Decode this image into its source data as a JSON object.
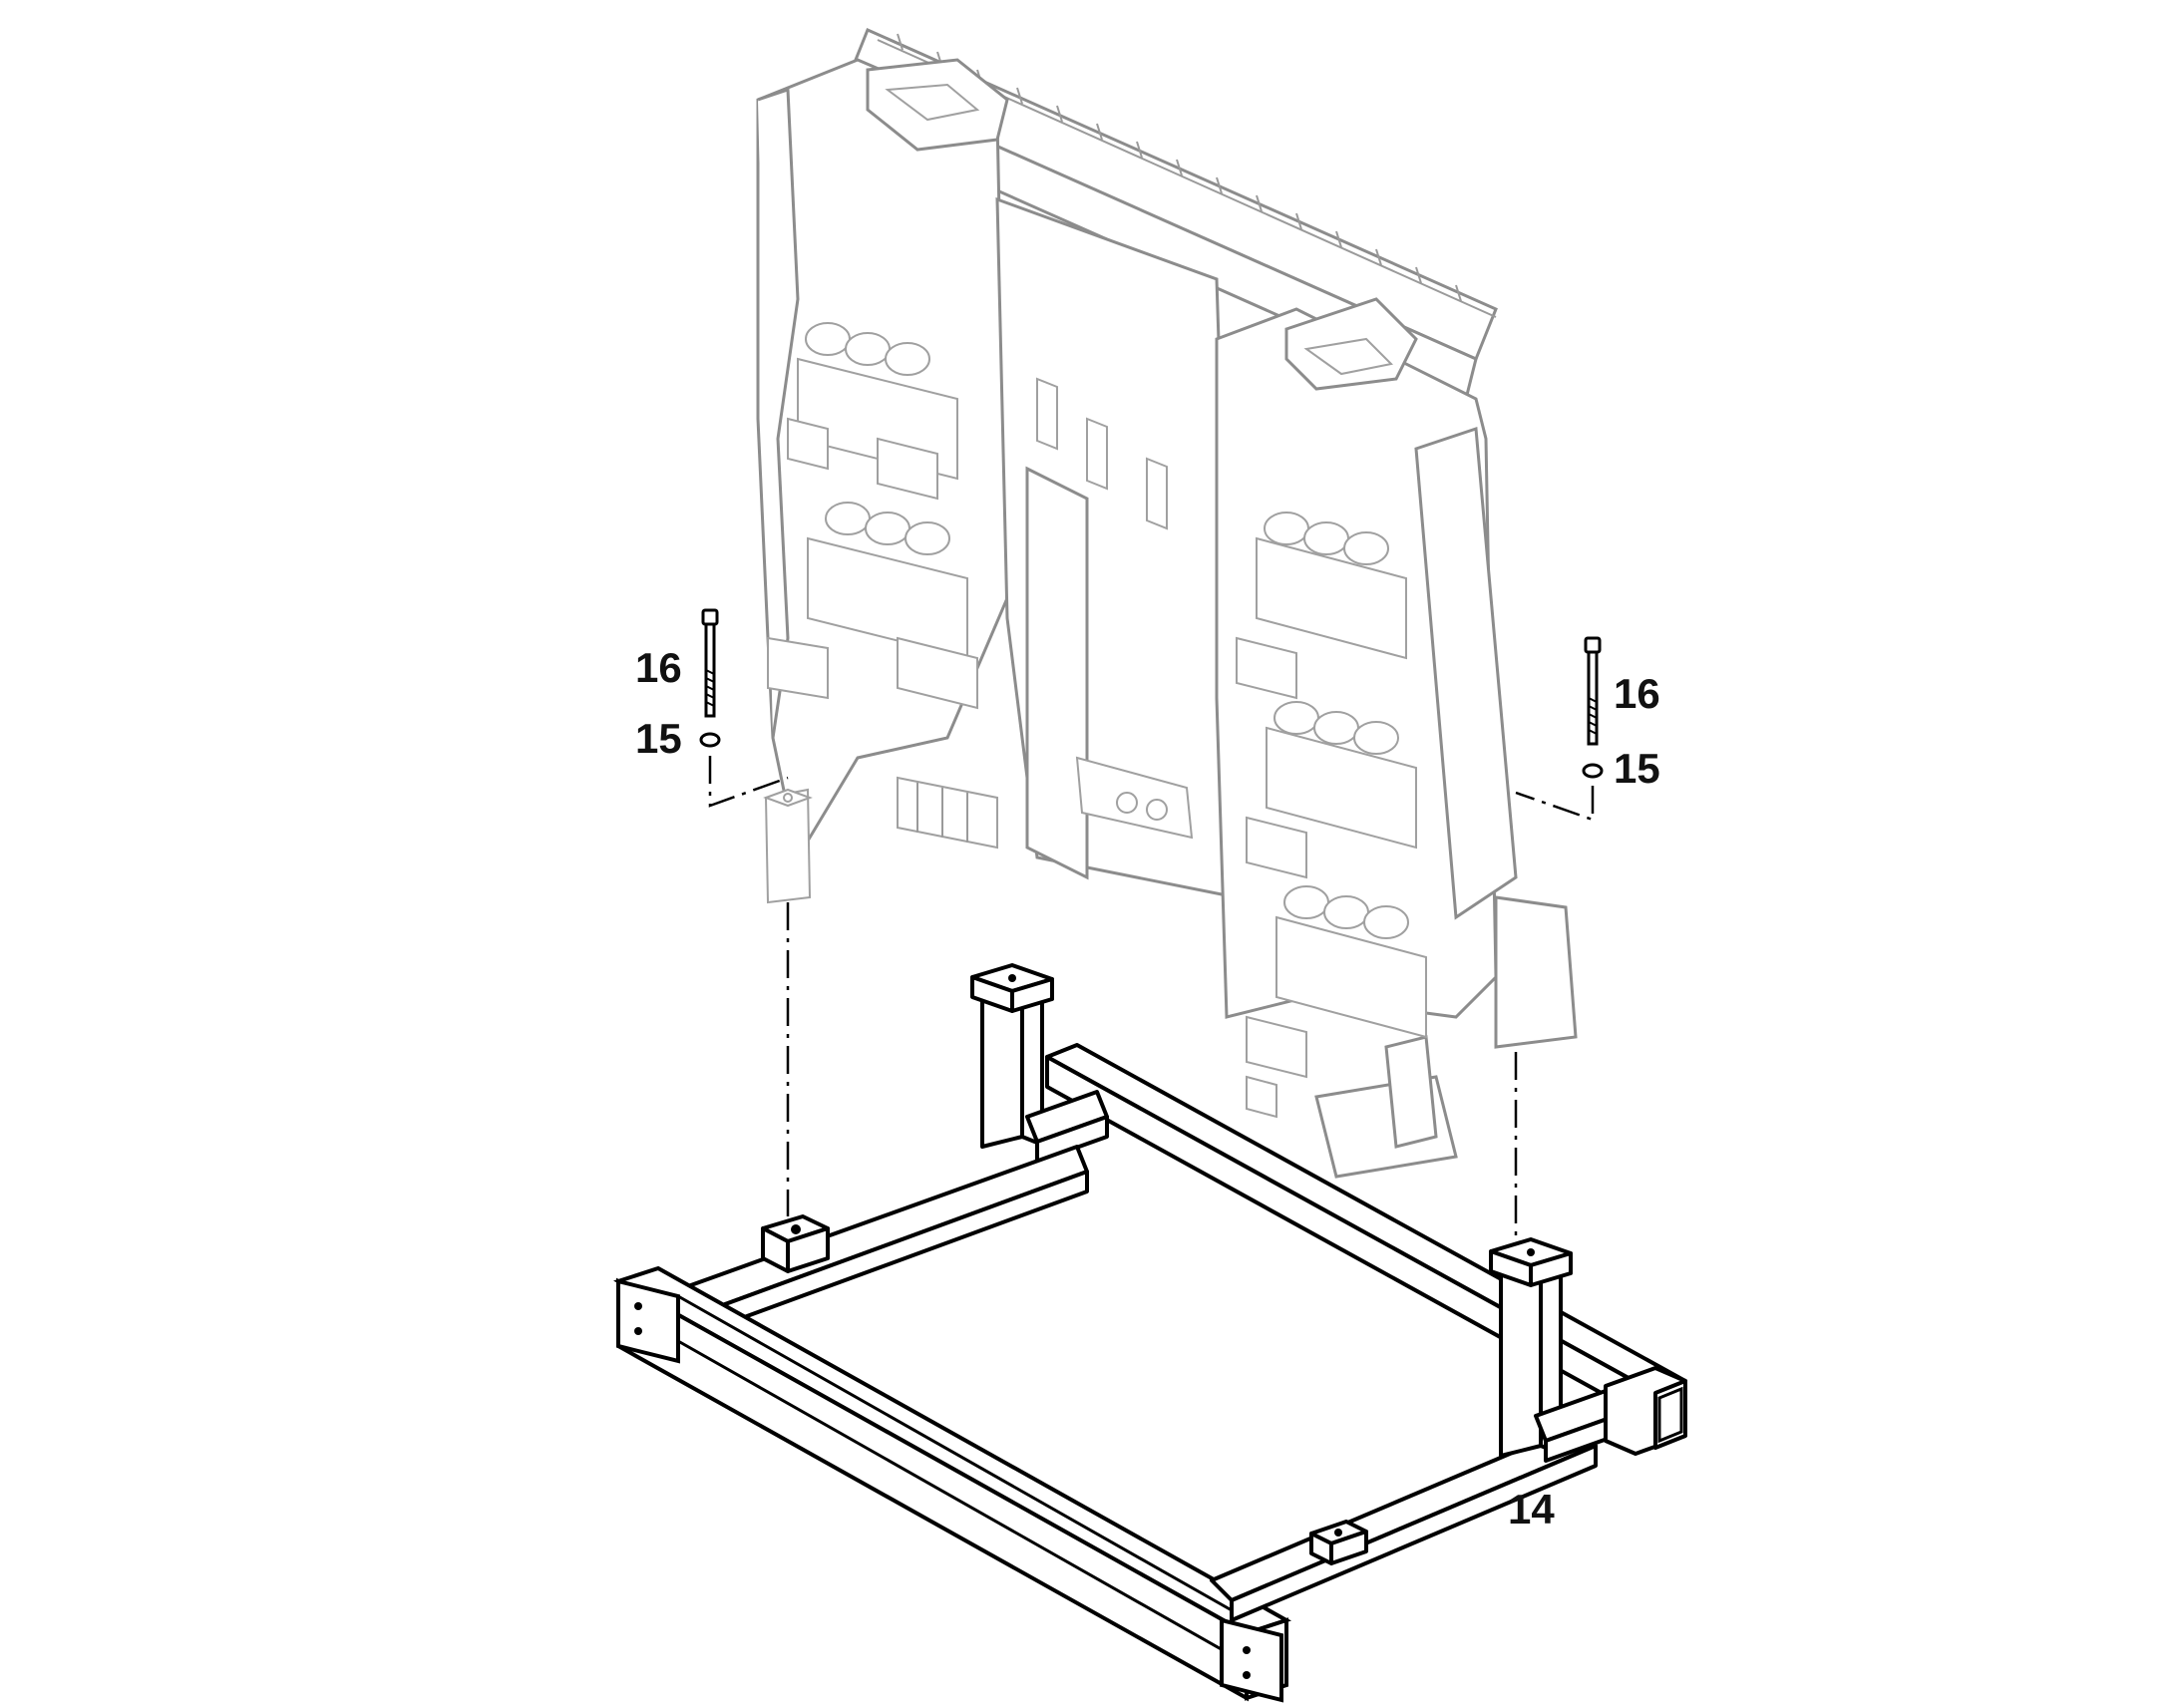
{
  "callouts": {
    "left_bolt": "16",
    "left_washer": "15",
    "right_bolt": "16",
    "right_washer": "15",
    "frame": "14"
  }
}
